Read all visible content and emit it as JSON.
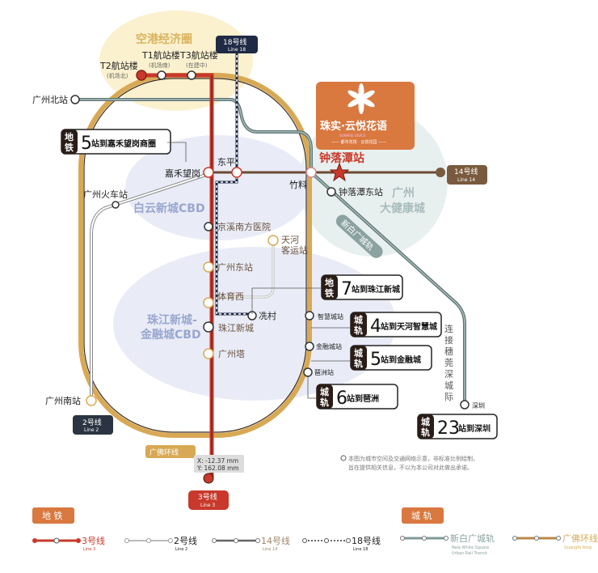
{
  "zones": {
    "airport": "空港经济圈",
    "baiyun": "白云新城CBD",
    "zhujiang_1": "珠江新城-",
    "zhujiang_2": "金融城CBD",
    "health_1": "广州",
    "health_2": "大健康城"
  },
  "lines": {
    "l18": {
      "name": "18号线",
      "en": "Line 18",
      "color": "#1f2a44"
    },
    "l14": {
      "name": "14号线",
      "en": "Line 14",
      "color": "#7a5a3e"
    },
    "l2": {
      "name": "2号线",
      "en": "Line 2",
      "color": "#2b3442"
    },
    "l3": {
      "name": "3号线",
      "en": "Line 3",
      "color": "#c8392b"
    },
    "ring": {
      "name": "广佛环线",
      "color": "#d8a955"
    },
    "xinbai": {
      "name": "新白广城轨",
      "color": "#7f9a98"
    }
  },
  "stations": {
    "t2": "T2航站楼",
    "t2_sub": "(机场北)",
    "t1": "T1航站楼",
    "t1_sub": "(机场南)",
    "t3": "T3航站楼",
    "t3_sub": "(在建中)",
    "gzbei": "广州北站",
    "jiahe": "嘉禾望岗",
    "dongping": "东平",
    "zhuliao": "竹料",
    "zhongluotan": "钟落潭站",
    "zhongluotan_east": "钟落潭东站",
    "gzhuoche": "广州火车站",
    "jingxi": "京溪南方医院",
    "tianhe_1": "天河",
    "tianhe_2": "客运站",
    "gzdong": "广州东站",
    "tiyuxi": "体育西",
    "xiancun": "冼村",
    "zjxc": "珠江新城",
    "gzta": "广州塔",
    "zhihui": "智慧城站",
    "jinrong": "金融城站",
    "pazhou": "琶洲站",
    "gznan": "广州南站",
    "shenzhen": "深圳"
  },
  "connect_text": [
    "连",
    "接",
    "穗",
    "莞",
    "深",
    "城",
    "际"
  ],
  "xinbai_label": "新白广城轨",
  "callouts": [
    {
      "tag1": "地",
      "tag2": "铁",
      "num": "5",
      "text": "站到嘉禾望岗商圈"
    },
    {
      "tag1": "地",
      "tag2": "铁",
      "num": "7",
      "text": "站到珠江新城"
    },
    {
      "tag1": "城",
      "tag2": "轨",
      "num": "4",
      "text": "站到天河智慧城"
    },
    {
      "tag1": "城",
      "tag2": "轨",
      "num": "5",
      "text": "站到金融城"
    },
    {
      "tag1": "城",
      "tag2": "轨",
      "num": "6",
      "text": "站到琶洲"
    },
    {
      "tag1": "城",
      "tag2": "轨",
      "num": "23",
      "text": "站到深圳"
    }
  ],
  "promo": {
    "brand": "珠实·云悦花语",
    "tagline": "SUNRISE GRACE",
    "sub": "—— 都市花境 · 云悦花园 ——"
  },
  "cursor_readout": {
    "x": "X: -12.37 mm",
    "y": "Y: 162.08 mm"
  },
  "disclaimer": [
    "本图为城市空间及交通网络示意，非标准比例绘制，",
    "旨在提供相关信息，不以为本公司对此做出承诺。"
  ],
  "legend": {
    "metro": "地 铁",
    "intercity": "城 轨",
    "items": [
      {
        "name": "3号线",
        "en": "Line 3"
      },
      {
        "name": "2号线",
        "en": "Line 2"
      },
      {
        "name": "14号线",
        "en": "Line 14"
      },
      {
        "name": "18号线",
        "en": "Line 18"
      },
      {
        "name": "新白广城轨",
        "en": "New White Square",
        "en2": "Urban Rail Transit"
      },
      {
        "name": "广佛环线",
        "en": "Guangfo Ring"
      }
    ]
  }
}
